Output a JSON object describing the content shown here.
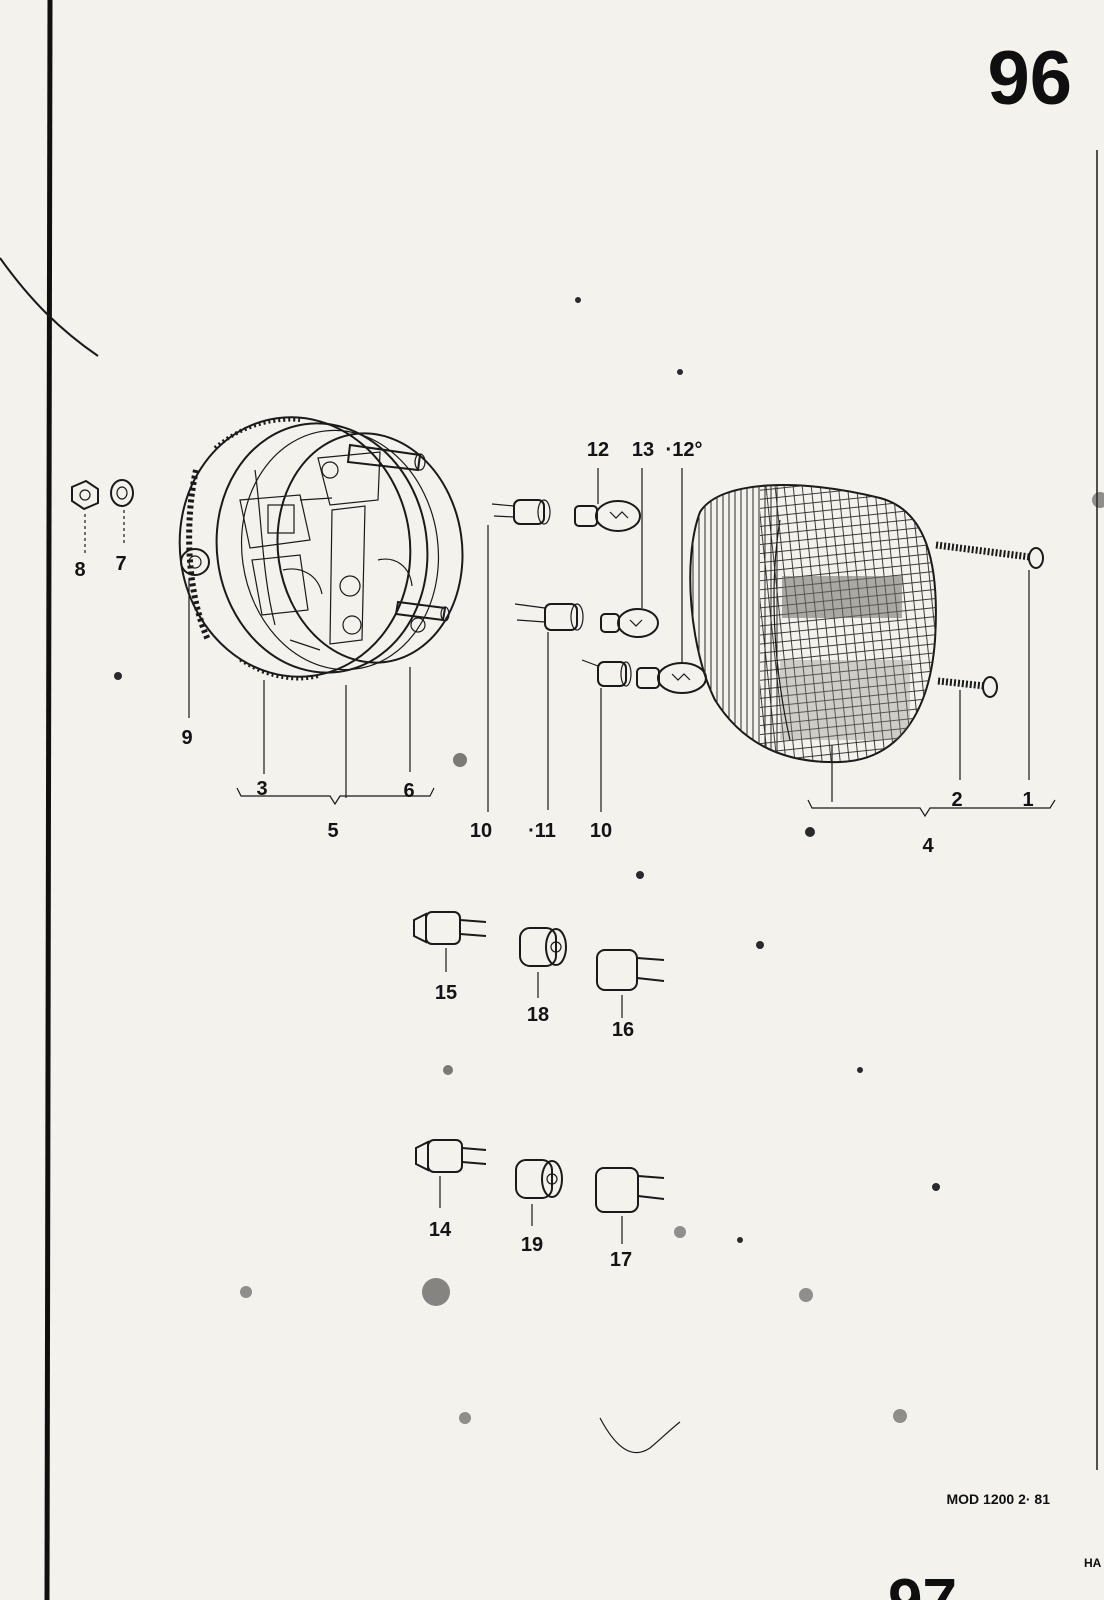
{
  "page": {
    "page_number": "96",
    "next_page_number": "97",
    "model_code": "MOD 1200  2· 81",
    "edge_fragment": "HA"
  },
  "callouts": [
    {
      "id": "1",
      "label": "1"
    },
    {
      "id": "2",
      "label": "2"
    },
    {
      "id": "3",
      "label": "3"
    },
    {
      "id": "4",
      "label": "4"
    },
    {
      "id": "5",
      "label": "5"
    },
    {
      "id": "6",
      "label": "6"
    },
    {
      "id": "7",
      "label": "7"
    },
    {
      "id": "8",
      "label": "8"
    },
    {
      "id": "9",
      "label": "9"
    },
    {
      "id": "10a",
      "label": "10"
    },
    {
      "id": "11",
      "label": "·11"
    },
    {
      "id": "10b",
      "label": "10"
    },
    {
      "id": "12",
      "label": "12"
    },
    {
      "id": "13",
      "label": "13"
    },
    {
      "id": "12b",
      "label": "·12°"
    },
    {
      "id": "15",
      "label": "15"
    },
    {
      "id": "18",
      "label": "18"
    },
    {
      "id": "16",
      "label": "16"
    },
    {
      "id": "14",
      "label": "14"
    },
    {
      "id": "19",
      "label": "19"
    },
    {
      "id": "17",
      "label": "17"
    }
  ],
  "colors": {
    "paper": "#f4f2ec",
    "ink": "#141414"
  }
}
